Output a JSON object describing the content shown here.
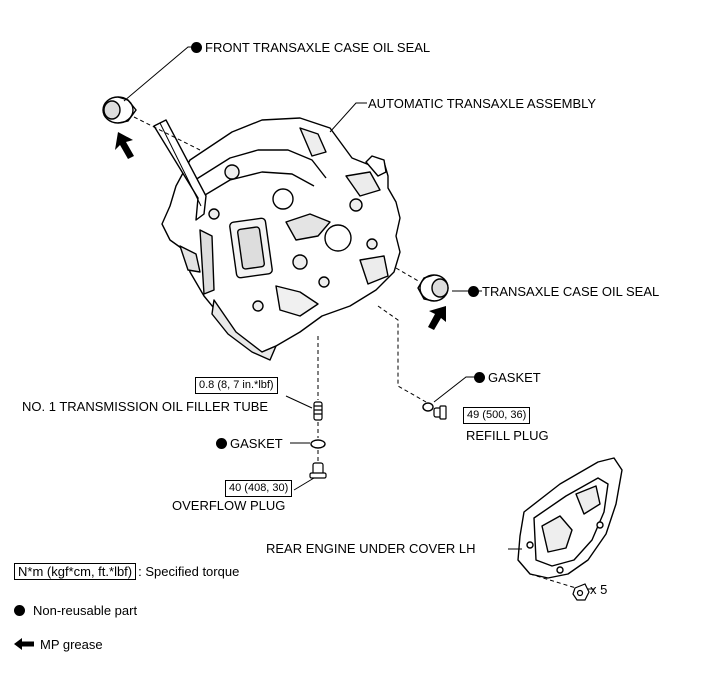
{
  "labels": {
    "front_seal": "FRONT TRANSAXLE CASE OIL SEAL",
    "assembly": "AUTOMATIC TRANSAXLE ASSEMBLY",
    "case_seal": "TRANSAXLE CASE OIL SEAL",
    "gasket_refill": "GASKET",
    "refill_plug": "REFILL PLUG",
    "filler_tube": "NO. 1 TRANSMISSION OIL FILLER TUBE",
    "gasket_overflow": "GASKET",
    "overflow_plug": "OVERFLOW PLUG",
    "under_cover": "REAR ENGINE UNDER COVER LH",
    "qty": "x 5"
  },
  "torques": {
    "filler_tube": "0.8 (8, 7 in.*lbf)",
    "refill_plug": "49 (500, 36)",
    "overflow_plug": "40 (408, 30)"
  },
  "legend": {
    "torque_units": "N*m (kgf*cm, ft.*lbf)",
    "torque_desc": ": Specified torque",
    "nonreusable": "Non-reusable part",
    "grease": "MP grease"
  }
}
